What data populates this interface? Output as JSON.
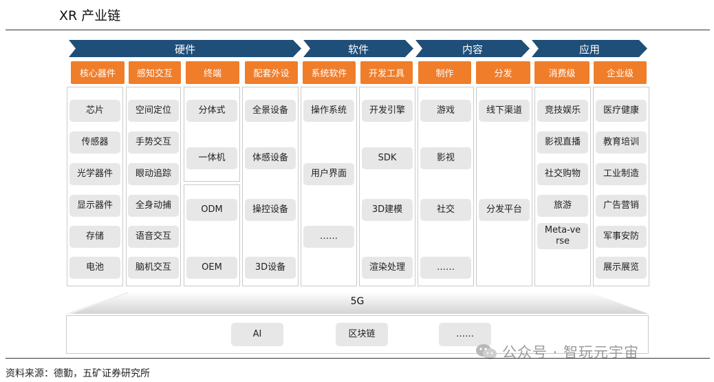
{
  "title": "XR 产业链",
  "categories": [
    {
      "label": "硬件"
    },
    {
      "label": "软件"
    },
    {
      "label": "内容"
    },
    {
      "label": "应用"
    }
  ],
  "columns": [
    {
      "header": "核心器件",
      "items": [
        "芯片",
        "传感器",
        "光学器件",
        "显示器件",
        "存储",
        "电池"
      ]
    },
    {
      "header": "感知交互",
      "items": [
        "空间定位",
        "手势交互",
        "眼动追踪",
        "全身动捕",
        "语音交互",
        "脑机交互"
      ]
    },
    {
      "header": "终端",
      "items": [
        "分体式",
        "一体机",
        "ODM",
        "OEM"
      ]
    },
    {
      "header": "配套外设",
      "items": [
        "全景设备",
        "体感设备",
        "操控设备",
        "3D设备"
      ]
    },
    {
      "header": "系统软件",
      "items": [
        "操作系统",
        "用户界面",
        "……"
      ]
    },
    {
      "header": "开发工具",
      "items": [
        "开发引擎",
        "SDK",
        "3D建模",
        "渲染处理"
      ]
    },
    {
      "header": "制作",
      "items": [
        "游戏",
        "影视",
        "社交",
        "……"
      ]
    },
    {
      "header": "分发",
      "items": [
        "线下渠道",
        "分发平台"
      ]
    },
    {
      "header": "消费级",
      "items": [
        "竞技娱乐",
        "影视直播",
        "社交购物",
        "旅游",
        "Meta-verse"
      ]
    },
    {
      "header": "企业级",
      "items": [
        "医疗健康",
        "教育培训",
        "工业制造",
        "广告营销",
        "军事安防",
        "展示展览"
      ]
    }
  ],
  "network": "5G",
  "base_techs": [
    "AI",
    "区块链",
    "……"
  ],
  "watermark": "公众号 · 智玩元宇宙",
  "source": "资料来源：德勤，五矿证券研究所",
  "colors": {
    "band": "#1f4e79",
    "header": "#f07d2a",
    "cell": "#e7e7e7"
  }
}
